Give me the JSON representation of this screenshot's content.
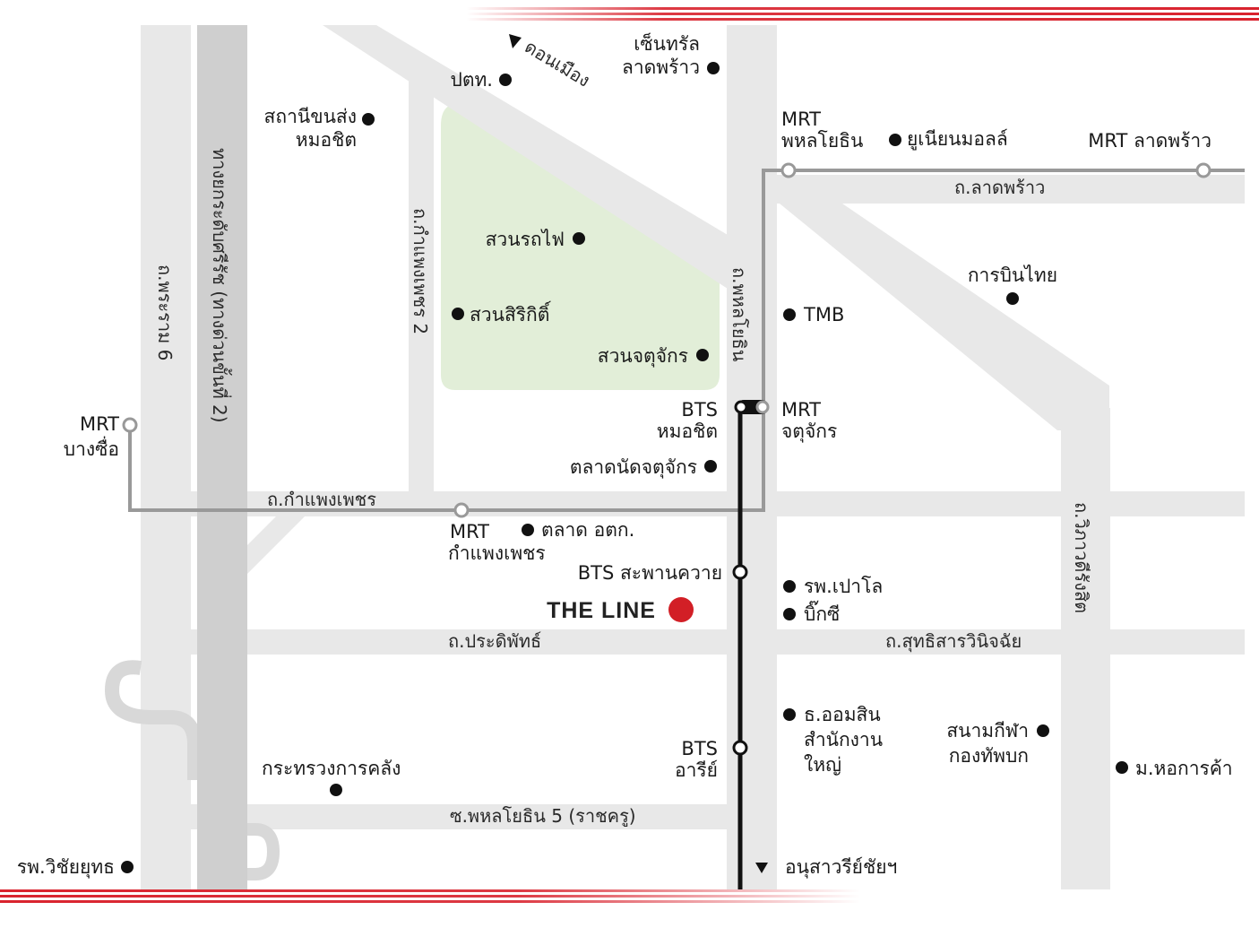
{
  "colors": {
    "road": "#e8e8e8",
    "expressway": "#cfcfcf",
    "park": "#e2eed8",
    "mrt_line": "#999999",
    "bts_line": "#111111",
    "marker": "#111111",
    "highlight": "#d21f26",
    "border_stripe": "#d9232e"
  },
  "roads": {
    "phraram6": "ถ.พระราม 6",
    "expressway": "ทางยกระดับศรีรัช (ทางด่วนขั้นที่ 2)",
    "kamphaengphet2": "ถ.กำแพงเพชร 2",
    "phahonyothin": "ถ.พหลโยธิน",
    "ladprao": "ถ.ลาดพร้าว",
    "kamphaengphet": "ถ.กำแพงเพชร",
    "pradiphat": "ถ.ประดิพัทธ์",
    "suthisan": "ถ.สุทธิสารวินิจฉัย",
    "vibhavadi": "ถ.วิภาวดีรังสิต",
    "soi_phahon5": "ซ.พหลโยธิน 5 (ราชครู)",
    "to_donmueang": "ดอนเมือง",
    "to_victory": "อนุสาวรีย์ชัยฯ"
  },
  "places": {
    "central_l1": "เซ็นทรัล",
    "central_l2": "ลาดพร้าว",
    "ptt": "ปตท.",
    "bus_l1": "สถานีขนส่ง",
    "bus_l2": "หมอชิต",
    "rotfai": "สวนรถไฟ",
    "sirikit": "สวนสิริกิติ์",
    "chatuchak_park": "สวนจตุจักร",
    "chatuchak_market": "ตลาดนัดจตุจักร",
    "union_mall": "ยูเนียนมอลล์",
    "thai_airways": "การบินไทย",
    "tmb": "TMB",
    "otk": "ตลาด อตก.",
    "paolo": "รพ.เปาโล",
    "bigc": "บิ๊กซี",
    "gsb_l1": "ธ.ออมสิน",
    "gsb_l2": "สำนักงาน",
    "gsb_l3": "ใหญ่",
    "stadium_l1": "สนามกีฬา",
    "stadium_l2": "กองทัพบก",
    "utcc": "ม.หอการค้า",
    "finance": "กระทรวงการคลัง",
    "vichaiyut": "รพ.วิชัยยุทธ",
    "the_line": "THE LINE"
  },
  "stations": {
    "mrt_phahon_l1": "MRT",
    "mrt_phahon_l2": "พหลโยธิน",
    "mrt_ladprao": "MRT ลาดพร้าว",
    "bts_mochit_l1": "BTS",
    "bts_mochit_l2": "หมอชิต",
    "mrt_chatuchak_l1": "MRT",
    "mrt_chatuchak_l2": "จตุจักร",
    "mrt_bangsue_l1": "MRT",
    "mrt_bangsue_l2": "บางซื่อ",
    "mrt_kp_l1": "MRT",
    "mrt_kp_l2": "กำแพงเพชร",
    "bts_saphankhwai": "BTS สะพานควาย",
    "bts_ari_l1": "BTS",
    "bts_ari_l2": "อารีย์"
  }
}
